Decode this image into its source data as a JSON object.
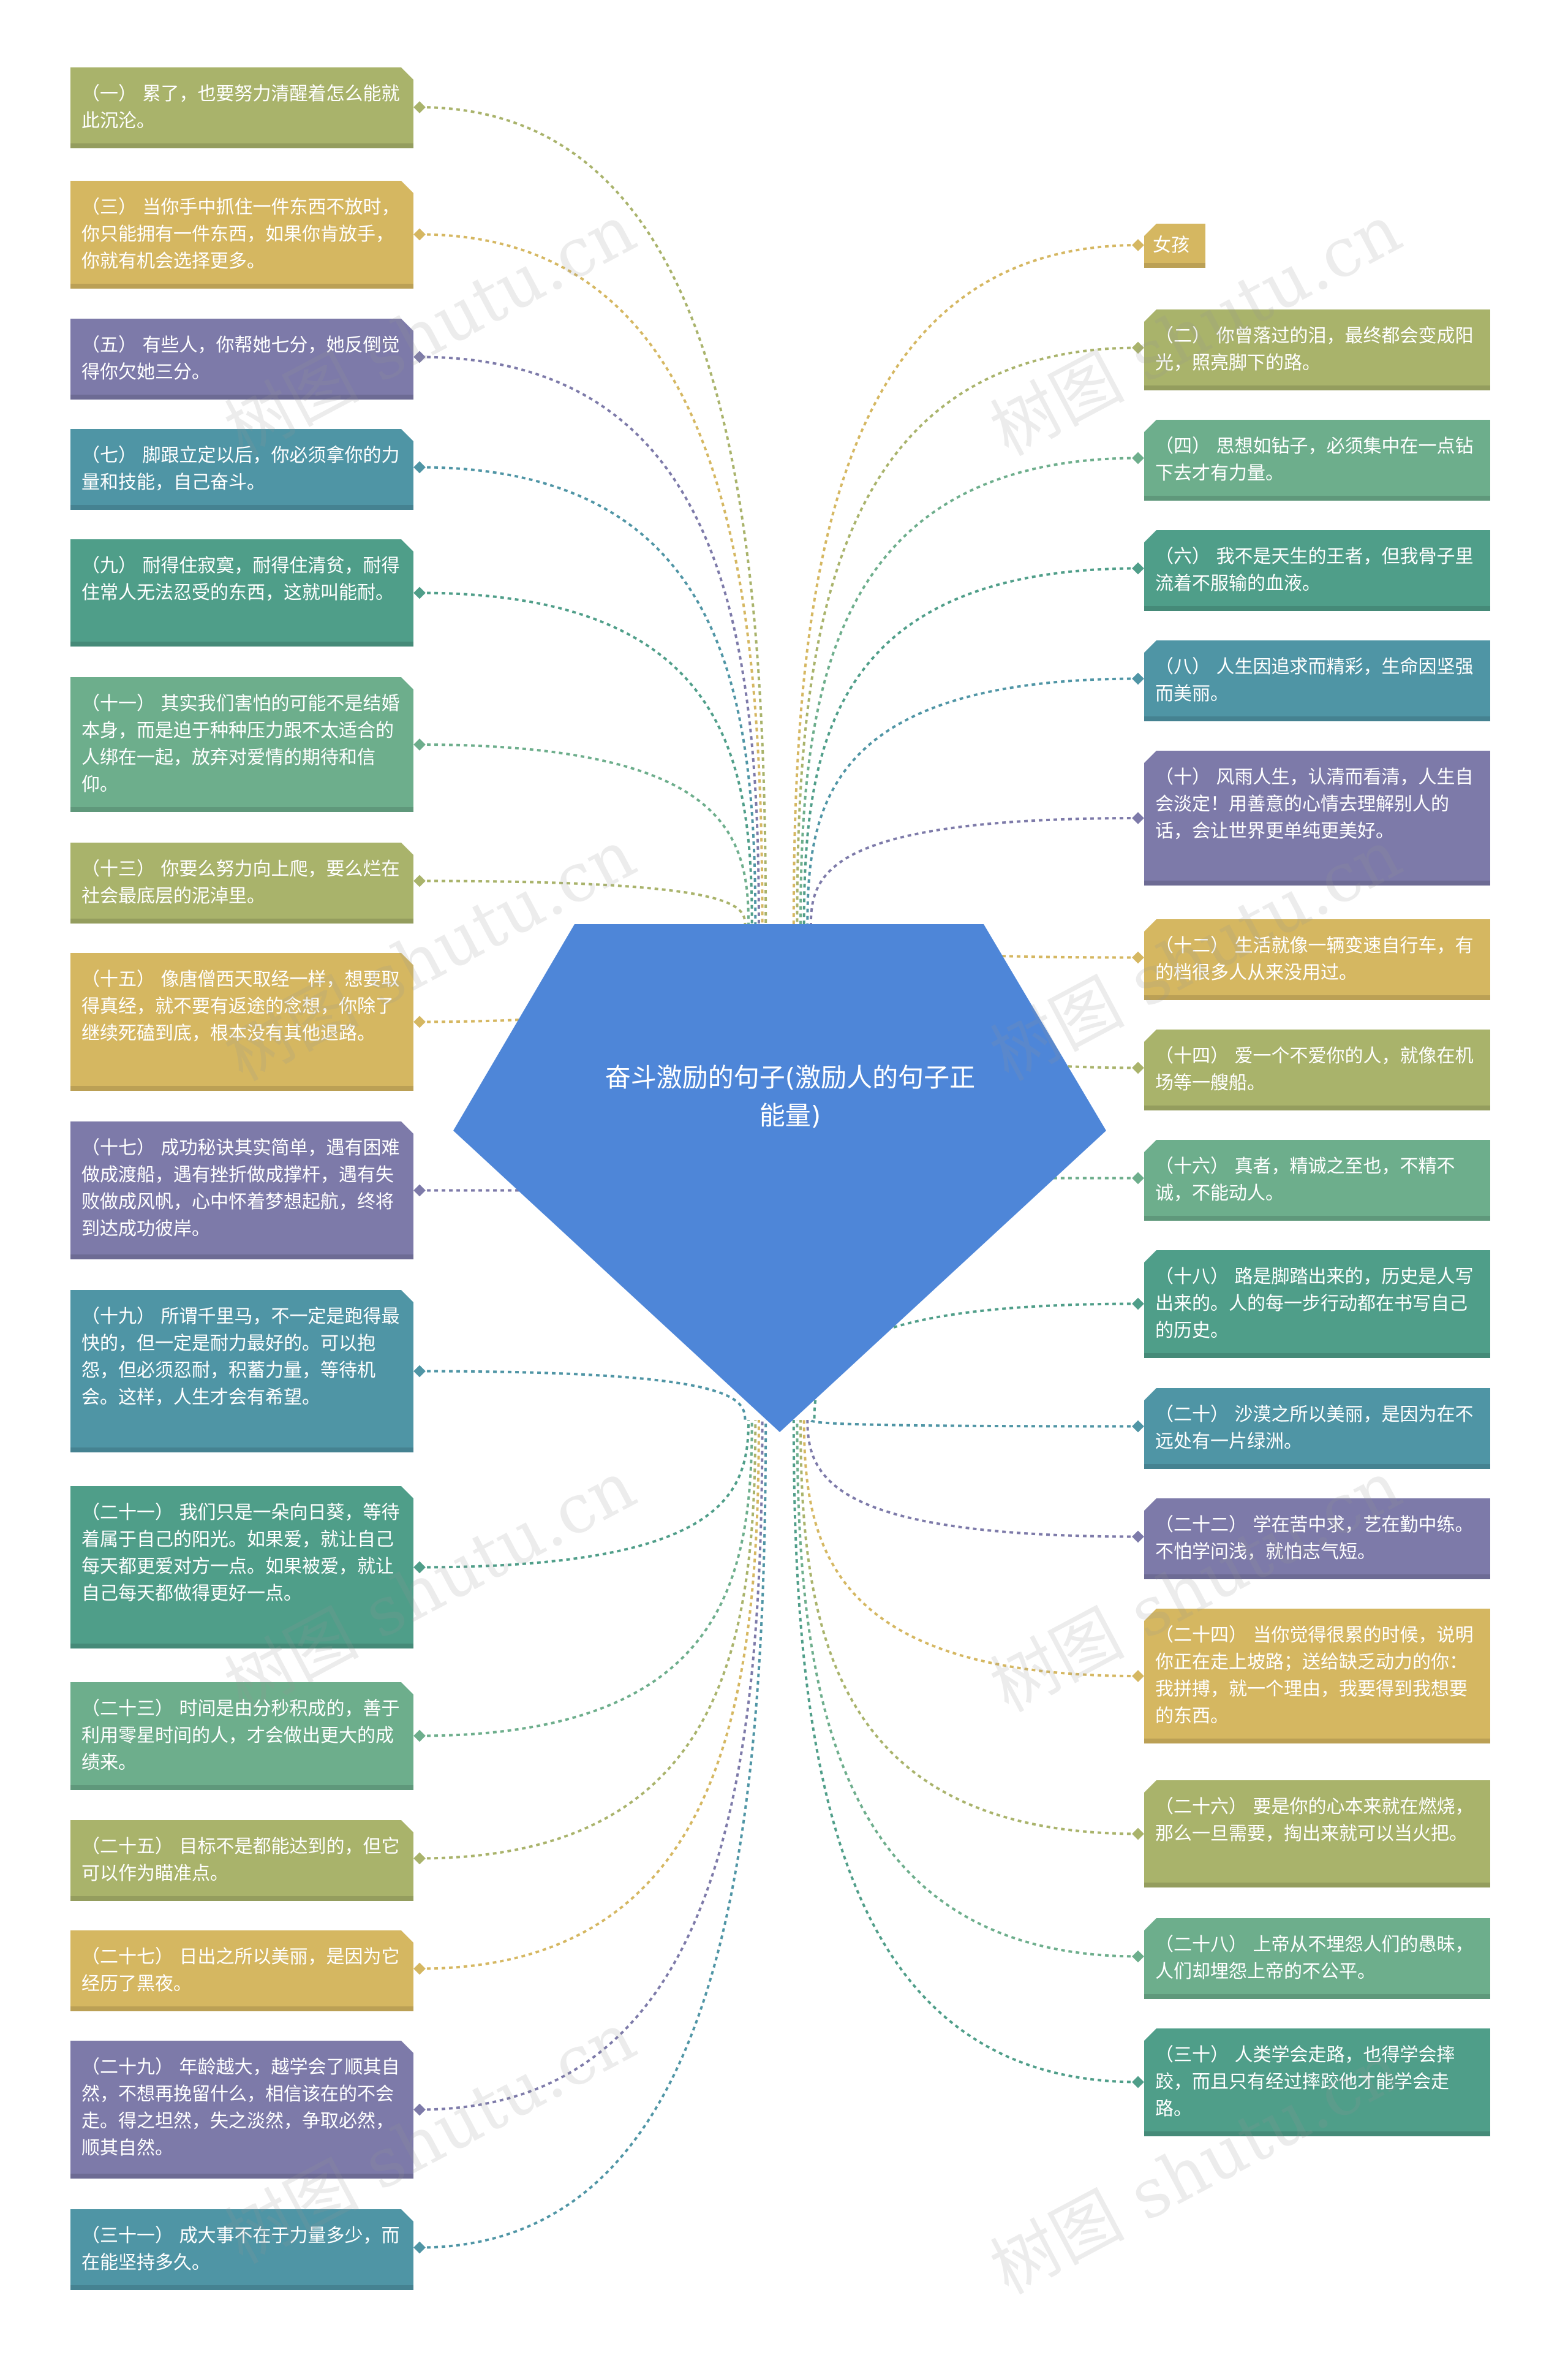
{
  "center": {
    "title": "奋斗激励的句子(激励人的句子正能量)",
    "color": "#4e86d8"
  },
  "watermark": "树图 shutu.cn",
  "palette": {
    "olive": "#a9b36b",
    "gold": "#d5b761",
    "purple": "#7d7aa9",
    "teal": "#4f95a5",
    "green": "#6dae8c",
    "seagreen": "#4f9e89"
  },
  "left_nodes": [
    {
      "text": "（一） 累了，也要努力清醒着怎么能就此沉沦。",
      "color": "olive"
    },
    {
      "text": "（三） 当你手中抓住一件东西不放时，你只能拥有一件东西，如果你肯放手，你就有机会选择更多。",
      "color": "gold"
    },
    {
      "text": "（五） 有些人，你帮她七分，她反倒觉得你欠她三分。",
      "color": "purple"
    },
    {
      "text": "（七） 脚跟立定以后，你必须拿你的力量和技能，自己奋斗。",
      "color": "teal"
    },
    {
      "text": "（九） 耐得住寂寞，耐得住清贫，耐得住常人无法忍受的东西，这就叫能耐。",
      "color": "seagreen"
    },
    {
      "text": "（十一） 其实我们害怕的可能不是结婚本身，而是迫于种种压力跟不太适合的人绑在一起，放弃对爱情的期待和信仰。",
      "color": "green"
    },
    {
      "text": "（十三） 你要么努力向上爬，要么烂在社会最底层的泥淖里。",
      "color": "olive"
    },
    {
      "text": "（十五） 像唐僧西天取经一样，想要取得真经，就不要有返途的念想，你除了继续死磕到底，根本没有其他退路。",
      "color": "gold"
    },
    {
      "text": "（十七） 成功秘诀其实简单，遇有困难做成渡船，遇有挫折做成撑杆，遇有失败做成风帆，心中怀着梦想起航，终将到达成功彼岸。",
      "color": "purple"
    },
    {
      "text": "（十九） 所谓千里马，不一定是跑得最快的，但一定是耐力最好的。可以抱怨，但必须忍耐，积蓄力量，等待机会。这样，人生才会有希望。",
      "color": "teal"
    },
    {
      "text": "（二十一） 我们只是一朵向日葵，等待着属于自己的阳光。如果爱，就让自己每天都更爱对方一点。如果被爱，就让自己每天都做得更好一点。",
      "color": "seagreen"
    },
    {
      "text": "（二十三） 时间是由分秒积成的，善于利用零星时间的人，才会做出更大的成绩来。",
      "color": "green"
    },
    {
      "text": "（二十五） 目标不是都能达到的，但它可以作为瞄准点。",
      "color": "olive"
    },
    {
      "text": "（二十七） 日出之所以美丽，是因为它经历了黑夜。",
      "color": "gold"
    },
    {
      "text": "（二十九） 年龄越大，越学会了顺其自然，不想再挽留什么，相信该在的不会走。得之坦然，失之淡然，争取必然，顺其自然。",
      "color": "purple"
    },
    {
      "text": "（三十一） 成大事不在于力量多少，而在能坚持多久。",
      "color": "teal"
    }
  ],
  "right_nodes": [
    {
      "text": "女孩",
      "color": "gold"
    },
    {
      "text": "（二） 你曾落过的泪，最终都会变成阳光，照亮脚下的路。",
      "color": "olive"
    },
    {
      "text": "（四） 思想如钻子，必须集中在一点钻下去才有力量。",
      "color": "green"
    },
    {
      "text": "（六） 我不是天生的王者，但我骨子里流着不服输的血液。",
      "color": "seagreen"
    },
    {
      "text": "（八） 人生因追求而精彩，生命因坚强而美丽。",
      "color": "teal"
    },
    {
      "text": "（十） 风雨人生，认清而看清，人生自会淡定！用善意的心情去理解别人的话，会让世界更单纯更美好。",
      "color": "purple"
    },
    {
      "text": "（十二） 生活就像一辆变速自行车，有的档很多人从来没用过。",
      "color": "gold"
    },
    {
      "text": "（十四） 爱一个不爱你的人，就像在机场等一艘船。",
      "color": "olive"
    },
    {
      "text": "（十六） 真者，精诚之至也，不精不诚，不能动人。",
      "color": "green"
    },
    {
      "text": "（十八） 路是脚踏出来的，历史是人写出来的。人的每一步行动都在书写自己的历史。",
      "color": "seagreen"
    },
    {
      "text": "（二十） 沙漠之所以美丽，是因为在不远处有一片绿洲。",
      "color": "teal"
    },
    {
      "text": "（二十二） 学在苦中求，艺在勤中练。不怕学问浅，就怕志气短。",
      "color": "purple"
    },
    {
      "text": "（二十四） 当你觉得很累的时候，说明你正在走上坡路；送给缺乏动力的你：我拼搏，就一个理由，我要得到我想要的东西。",
      "color": "gold"
    },
    {
      "text": "（二十六） 要是你的心本来就在燃烧，那么一旦需要，掏出来就可以当火把。",
      "color": "olive"
    },
    {
      "text": "（二十八） 上帝从不埋怨人们的愚昧，人们却埋怨上帝的不公平。",
      "color": "green"
    },
    {
      "text": "（三十） 人类学会走路，也得学会摔跤，而且只有经过摔跤他才能学会走路。",
      "color": "seagreen"
    }
  ]
}
